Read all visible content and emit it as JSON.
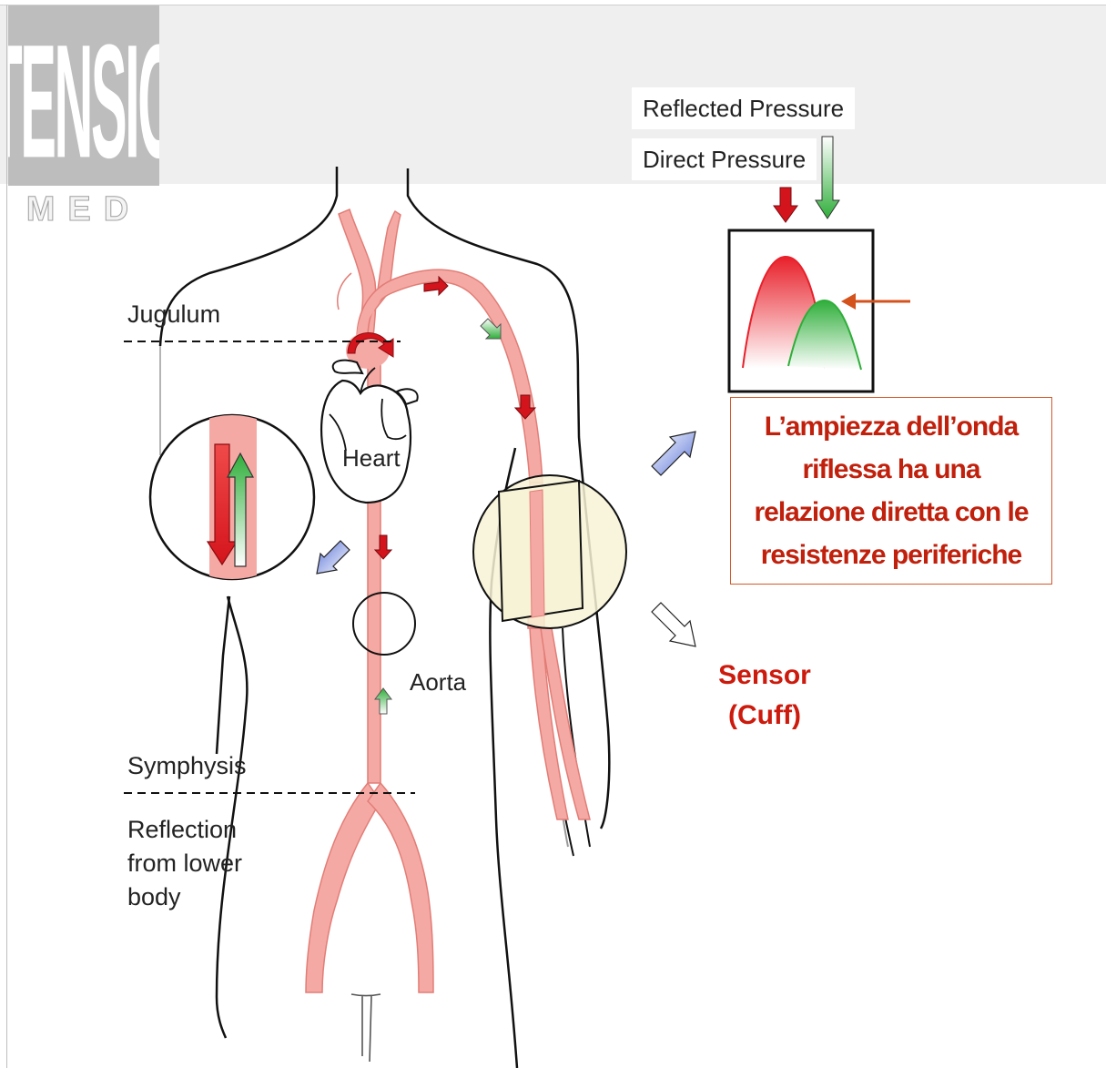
{
  "logo": {
    "word": "TENSIO",
    "sub": "MED"
  },
  "legend": {
    "reflected": "Reflected Pressure",
    "direct": "Direct Pressure"
  },
  "labels": {
    "jugulum": "Jugulum",
    "heart": "Heart",
    "aorta": "Aorta",
    "symphysis": "Symphysis",
    "reflection": "Reflection\nfrom lower\nbody",
    "sensor": "Sensor\n(Cuff)"
  },
  "note": {
    "text": "L’ampiezza dell’onda riflessa ha una relazione diretta con le resistenze periferiche"
  },
  "colors": {
    "direct_wave": "#e8202a",
    "reflected_wave": "#2fae3a",
    "artery": "#f5a9a4",
    "cuff_zone": "#f7f3d6",
    "note_text": "#c0200c"
  }
}
